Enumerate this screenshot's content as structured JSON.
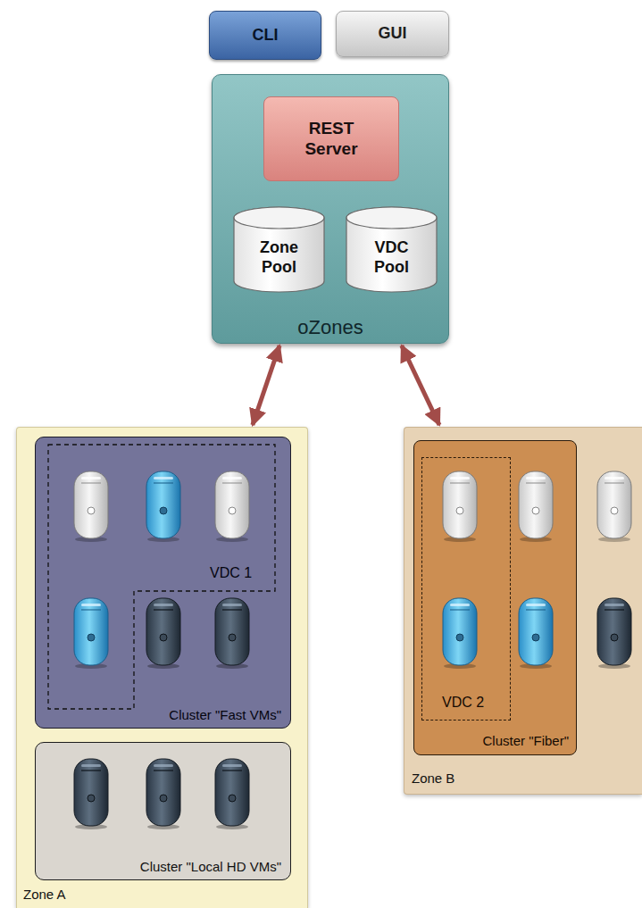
{
  "diagram": {
    "nodes": [
      {
        "text": [
          "CLI"
        ]
      },
      {
        "text": [
          "GUI"
        ]
      },
      {
        "text": [
          "oZones"
        ]
      },
      {
        "text": [
          "REST Server"
        ],
        "in": 2
      },
      {
        "text": [
          "Zone Pool"
        ],
        "in": 2
      },
      {
        "text": [
          "VDC Pool"
        ],
        "in": 2
      },
      {
        "text": [
          "Zone A"
        ]
      },
      {
        "text": [
          "Cluster \"Fast VMs\""
        ],
        "in": 6
      },
      {
        "text": [
          "VDC 1"
        ],
        "in": 7
      },
      {
        "text": [
          "Cluster \"Local HD VMs\""
        ],
        "in": 6
      },
      {
        "text": [
          "Zone B"
        ]
      },
      {
        "text": [
          "Cluster \"Fiber\""
        ],
        "in": 10
      },
      {
        "text": [
          "VDC 2"
        ],
        "in": 11
      }
    ],
    "edges": [
      {
        "from": 2,
        "to": 6,
        "arrow": "both"
      },
      {
        "from": 2,
        "to": 10,
        "arrow": "both"
      }
    ]
  }
}
